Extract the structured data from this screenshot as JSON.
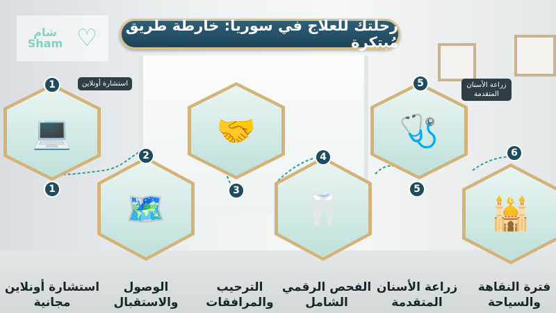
{
  "logo": {
    "arabic": "شام",
    "latin": "Sham"
  },
  "title": "رحلتك للعلاج في سوريا: خارطة طريق مُبتكرة",
  "tooltips": {
    "step1": "استشارة أونلاين",
    "step5": "زراعة الأسنان المتقدمة"
  },
  "steps": [
    {
      "number": "1",
      "label": "استشارة أونلاين مجانية",
      "icon": "💻"
    },
    {
      "number": "2",
      "label": "الوصول والاستقبال",
      "icon": "🗺️"
    },
    {
      "number": "3",
      "label": "الترحيب والمرافقات",
      "icon": "🤝"
    },
    {
      "number": "4",
      "label": "الفحص الرقمي الشامل",
      "icon": "🦷"
    },
    {
      "number": "5",
      "label": "زراعة الأسنان المتقدمة",
      "icon": "🩺"
    },
    {
      "number": "6",
      "label": "فترة النقاهة والسياحة",
      "icon": "🕌"
    }
  ],
  "colors": {
    "banner": "#1d4459",
    "gold": "#d4b378",
    "accent": "#2a9d8f"
  }
}
